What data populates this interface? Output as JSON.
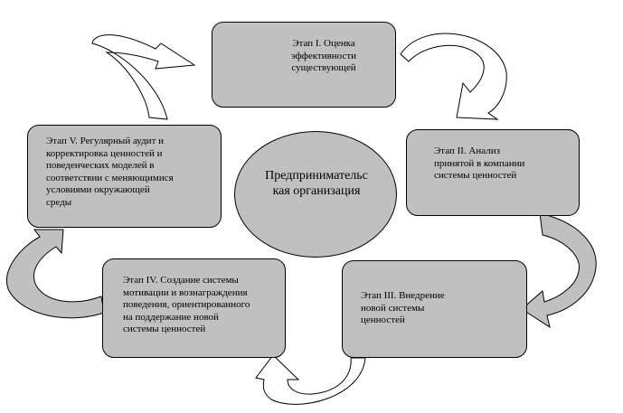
{
  "stages": [
    {
      "id": "stage-1",
      "text": "Этап I. Оценка\nэффективности\nсуществующей"
    },
    {
      "id": "stage-2",
      "text": "Этап II. Анализ\nпринятой в компании\nсистемы ценностей"
    },
    {
      "id": "stage-3",
      "text": "Этап III. Внедрение\nновой системы\nценностей"
    },
    {
      "id": "stage-4",
      "text": "Этап IV. Создание системы\nмотивации и вознаграждения\nповедения, ориентированного\nна поддержание новой\nсистемы ценностей"
    },
    {
      "id": "stage-5",
      "text": "Этап V. Регулярный аудит и\nкорректировка ценностей и\nповеденческих моделей в\nсоответствии с меняющимися\nусловиями окружающей\nсреды"
    }
  ],
  "center": {
    "text": "Предпринимательс\nкая организация"
  },
  "colors": {
    "box_fill": "#c0c0c0",
    "outline": "#000000",
    "arrow_white": "#ffffff",
    "arrow_grey": "#c0c0c0",
    "background": "#ffffff"
  }
}
